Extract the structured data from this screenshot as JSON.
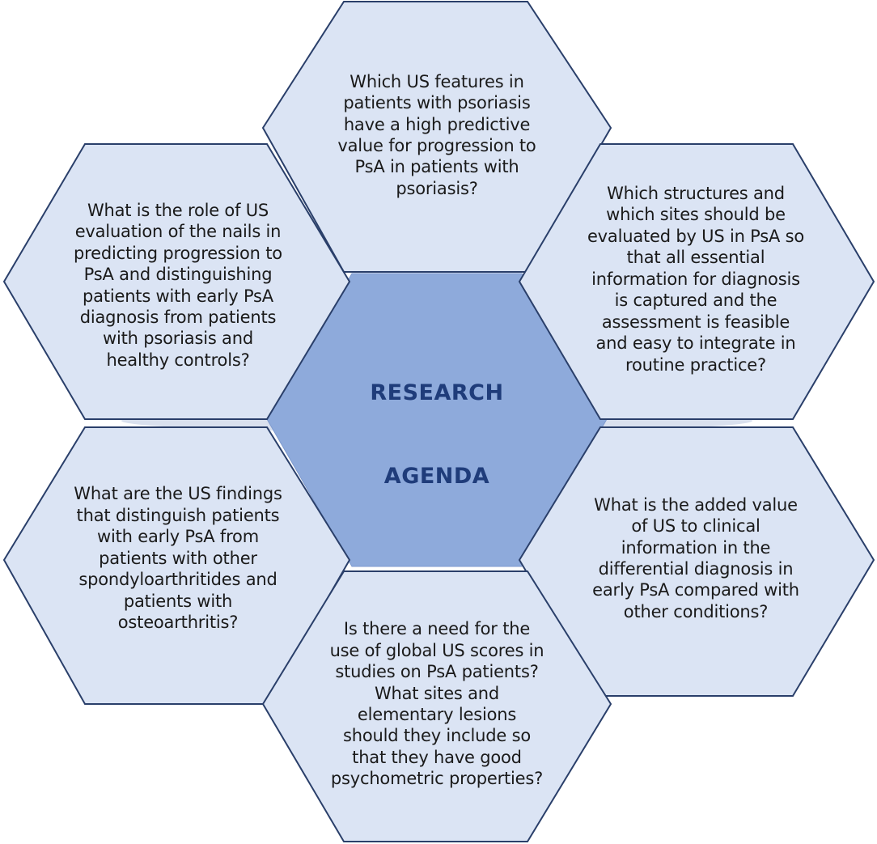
{
  "diagram": {
    "center": {
      "line1": "RESEARCH",
      "line2": "AGENDA"
    },
    "nodes": [
      {
        "id": "top",
        "text": "Which US features in\npatients with psoriasis\nhave a high predictive\nvalue for progression to\nPsA in patients with\npsoriasis?"
      },
      {
        "id": "upper-left",
        "text": "What is the role of US\nevaluation of the nails in\npredicting progression to\nPsA and distinguishing\npatients with early PsA\ndiagnosis from patients\nwith psoriasis and\nhealthy controls?"
      },
      {
        "id": "upper-right",
        "text": "Which structures and\nwhich sites should be\nevaluated by US in PsA so\nthat all essential\ninformation for diagnosis\nis captured and the\nassessment is feasible\nand easy to integrate in\nroutine practice?"
      },
      {
        "id": "lower-left",
        "text": "What are the US findings\nthat distinguish patients\nwith early PsA from\npatients with other\nspondyloarthritides and\npatients with\nosteoarthritis?"
      },
      {
        "id": "lower-right",
        "text": "What is the added value\nof US to clinical\ninformation in the\ndifferential diagnosis in\nearly PsA compared with\nother conditions?"
      },
      {
        "id": "bottom",
        "text": "Is there a need for the\nuse of global US scores in\nstudies on PsA patients?\nWhat sites and\nelementary lesions\nshould they include so\nthat they have good\npsychometric properties?"
      }
    ],
    "colors": {
      "outer_fill": "#dbe4f4",
      "outer_stroke": "#2a3f6a",
      "center_fill": "#8eaadb",
      "center_text": "#1f3c7a",
      "shadow": "#c9d3e6"
    }
  }
}
